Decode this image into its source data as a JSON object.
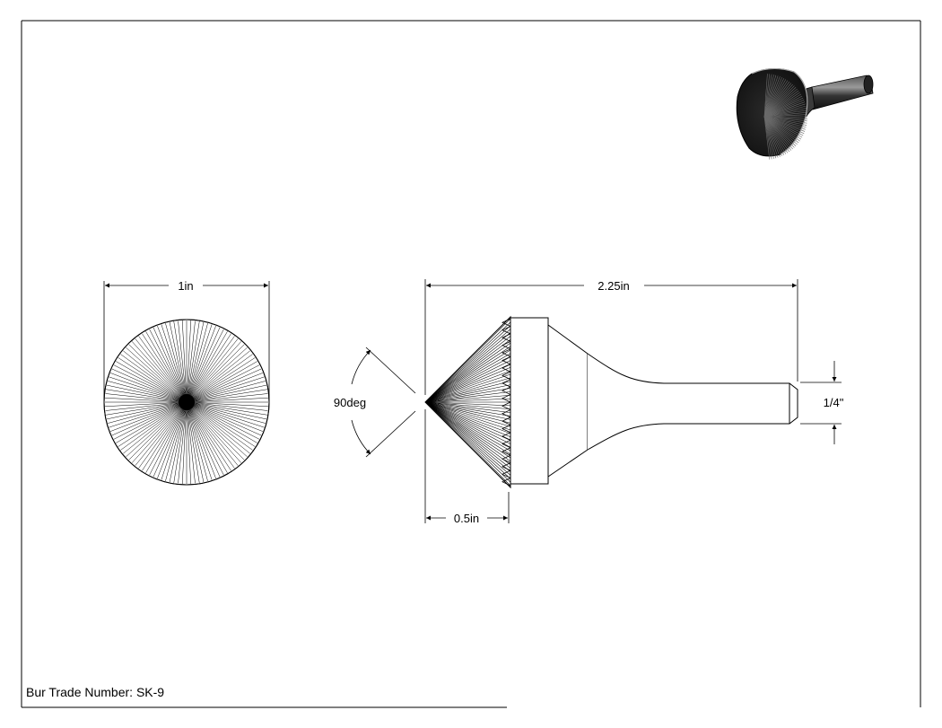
{
  "drawing": {
    "dimensions": {
      "diameter": "1in",
      "overall_length": "2.25in",
      "head_length": "0.5in",
      "angle": "90deg",
      "shank_diameter": "1/4\""
    },
    "title_block": {
      "trade_number": "Bur Trade Number: SK-9"
    },
    "colors": {
      "line": "#000000",
      "border": "#000000",
      "background": "#ffffff"
    }
  }
}
